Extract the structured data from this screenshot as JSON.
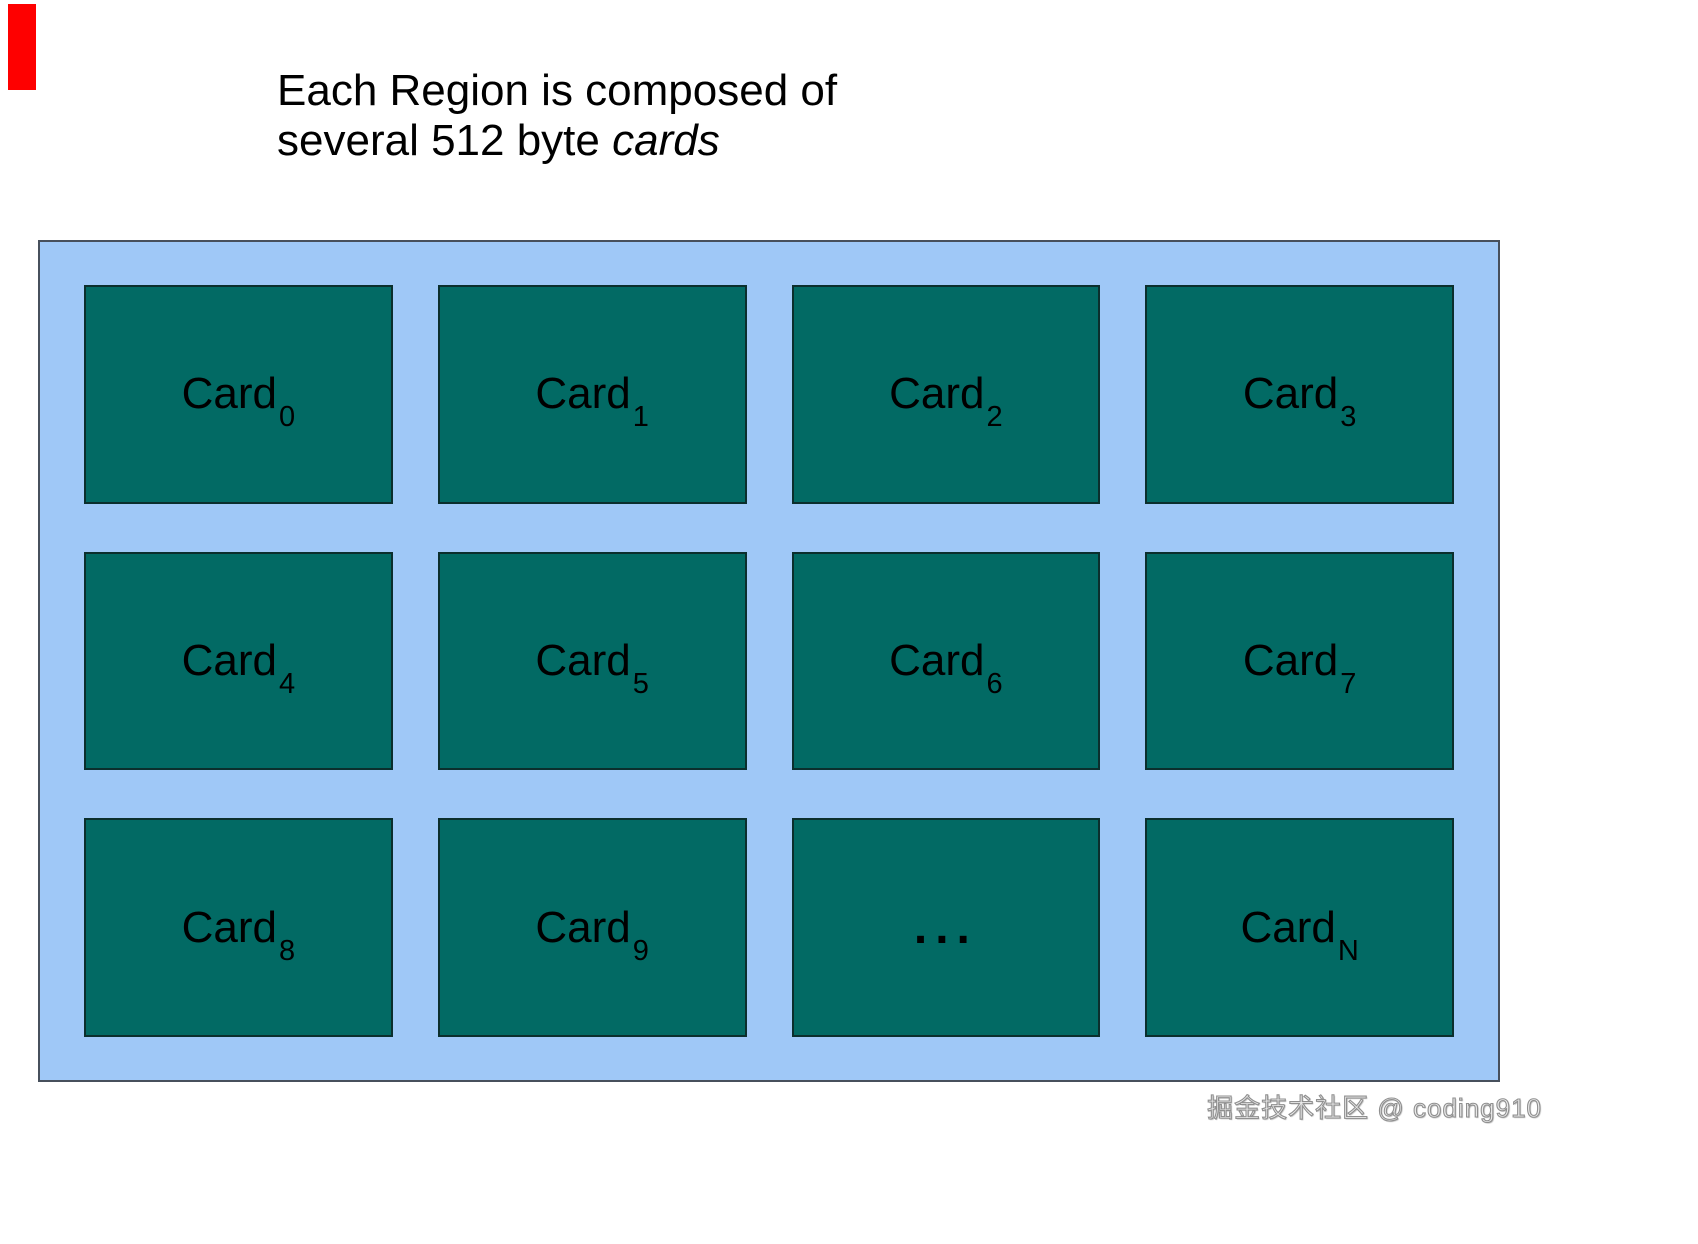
{
  "title": {
    "line1": "Each Region is composed of",
    "line2_prefix": "several 512 byte ",
    "line2_italic": "cards"
  },
  "cards": [
    {
      "label": "Card",
      "sub": "0"
    },
    {
      "label": "Card",
      "sub": "1"
    },
    {
      "label": "Card",
      "sub": "2"
    },
    {
      "label": "Card",
      "sub": "3"
    },
    {
      "label": "Card",
      "sub": "4"
    },
    {
      "label": "Card",
      "sub": "5"
    },
    {
      "label": "Card",
      "sub": "6"
    },
    {
      "label": "Card",
      "sub": "7"
    },
    {
      "label": "Card",
      "sub": "8"
    },
    {
      "label": "Card",
      "sub": "9"
    },
    {
      "label": "...",
      "sub": ""
    },
    {
      "label": "Card",
      "sub": "N"
    }
  ],
  "watermark": {
    "text": "掘金技术社区 @ coding910"
  },
  "colors": {
    "region_bg": "#9fc8f7",
    "card_bg": "#026a64",
    "marker_red": "#fe0000"
  }
}
